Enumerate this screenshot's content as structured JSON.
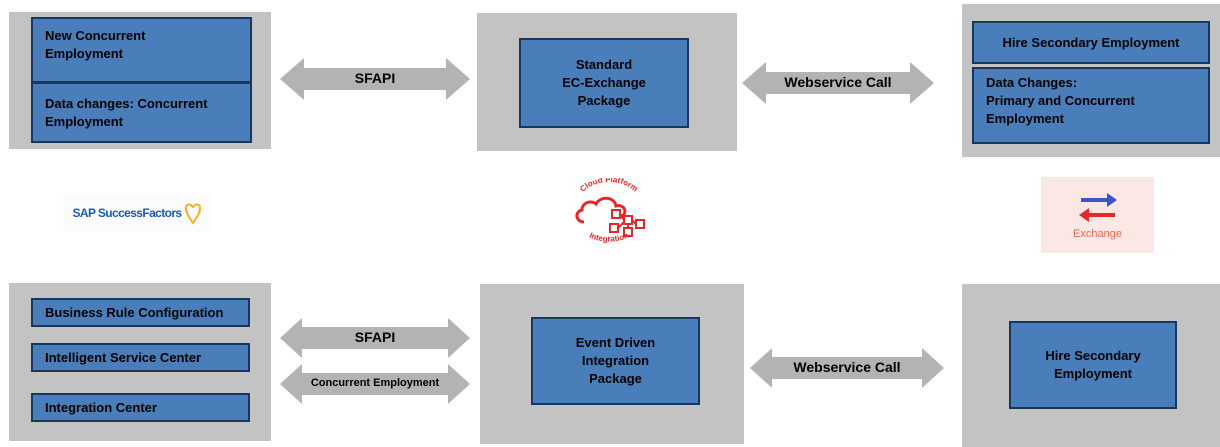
{
  "top_row": {
    "left_panel": {
      "box1": "New Concurrent\nEmployment",
      "box2": "Data changes: Concurrent\nEmployment"
    },
    "arrow_left": {
      "label": "SFAPI"
    },
    "center_panel": {
      "box": "Standard\nEC-Exchange\nPackage"
    },
    "arrow_right": {
      "label": "Webservice Call"
    },
    "right_panel": {
      "box1": "Hire Secondary  Employment",
      "box2": "Data Changes:\nPrimary and Concurrent\nEmployment"
    }
  },
  "logos": {
    "successfactors": {
      "text": "SAP SuccessFactors",
      "icon": "heart-outline-icon"
    },
    "cpi": {
      "top_text": "Cloud Platform",
      "bottom_text": "Integration",
      "icon": "cloud-network-icon"
    },
    "exchange": {
      "text": "Exchange",
      "icon": "swap-arrows-icon"
    }
  },
  "bottom_row": {
    "left_panel": {
      "box1": "Business Rule Configuration",
      "box2": "Intelligent Service Center",
      "box3": "Integration Center"
    },
    "arrow_left_top": {
      "label": "SFAPI"
    },
    "arrow_left_bottom": {
      "label": "Concurrent Employment"
    },
    "center_panel": {
      "box": "Event Driven\nIntegration\nPackage"
    },
    "arrow_right": {
      "label": "Webservice Call"
    },
    "right_panel": {
      "box": "Hire Secondary\nEmployment"
    }
  },
  "colors": {
    "panel_gray": "#c3c3c3",
    "box_blue": "#4a7ebb",
    "box_border": "#17375e",
    "arrow_gray": "#b3b3b3",
    "cpi_red": "#e3282b",
    "exchange_blue": "#3b55c7",
    "exchange_red": "#e2292b",
    "sf_blue": "#1a5bb5",
    "sf_gold": "#f0b323"
  }
}
